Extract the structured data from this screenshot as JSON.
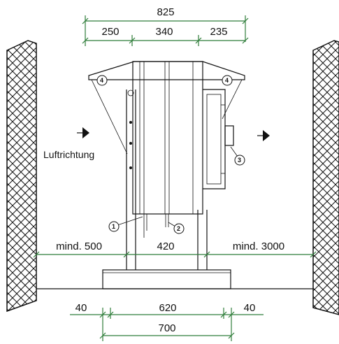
{
  "dimensions": {
    "overall_width": "825",
    "left_part": "250",
    "center_part": "340",
    "right_part": "235",
    "min_left": "mind. 500",
    "leg_spacing": "420",
    "min_right": "mind. 3000",
    "base_left_margin": "40",
    "base_center": "620",
    "base_right_margin": "40",
    "base_width": "700"
  },
  "labels": {
    "airflow": "Luftrichtung"
  },
  "callouts": {
    "c1": "1",
    "c2": "2",
    "c3": "3",
    "c4_left": "4",
    "c4_right": "4"
  },
  "colors": {
    "dimension_line": "#2f7d3a",
    "outline": "#111111"
  }
}
